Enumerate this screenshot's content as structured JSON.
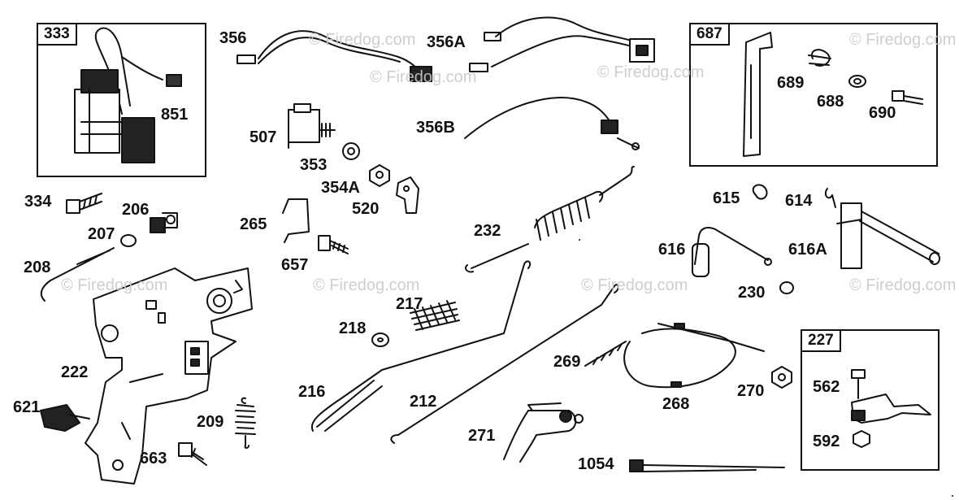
{
  "watermark": "© Firedog.com",
  "boxes": {
    "b333": "333",
    "b687": "687",
    "b227": "227"
  },
  "parts": {
    "p333": "333",
    "p851": "851",
    "p356": "356",
    "p356A": "356A",
    "p356B": "356B",
    "p507": "507",
    "p353": "353",
    "p354A": "354A",
    "p520": "520",
    "p265": "265",
    "p657": "657",
    "p232": "232",
    "p334": "334",
    "p206": "206",
    "p207": "207",
    "p208": "208",
    "p222": "222",
    "p621": "621",
    "p663": "663",
    "p209": "209",
    "p217": "217",
    "p218": "218",
    "p216": "216",
    "p212": "212",
    "p271": "271",
    "p269": "269",
    "p268": "268",
    "p270": "270",
    "p1054": "1054",
    "p687": "687",
    "p689": "689",
    "p688": "688",
    "p690": "690",
    "p615": "615",
    "p614": "614",
    "p616": "616",
    "p616A": "616A",
    "p230": "230",
    "p227": "227",
    "p562": "562",
    "p592": "592"
  }
}
